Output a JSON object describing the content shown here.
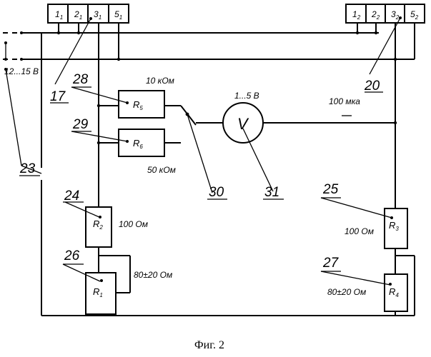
{
  "connector_left": {
    "terminals": [
      "1",
      "2",
      "3",
      "5"
    ],
    "subscript": "1"
  },
  "connector_right": {
    "terminals": [
      "1",
      "2",
      "3",
      "5"
    ],
    "subscript": "2"
  },
  "supply_voltage": "12...15 В",
  "resistors": [
    {
      "id": "R5",
      "letter": "R",
      "index": "5",
      "value": "10 кОм"
    },
    {
      "id": "R6",
      "letter": "R",
      "index": "6",
      "value": "50 кОм"
    },
    {
      "id": "R2",
      "letter": "R",
      "index": "2",
      "value": "100 Ом"
    },
    {
      "id": "R1",
      "letter": "R",
      "index": "1",
      "value": "80±20 Ом"
    },
    {
      "id": "R3",
      "letter": "R",
      "index": "3",
      "value": "100 Ом"
    },
    {
      "id": "R4",
      "letter": "R",
      "index": "4",
      "value": "80±20 Ом"
    }
  ],
  "voltmeter": {
    "symbol": "V",
    "range": "1...5 В"
  },
  "current": "100 мка",
  "callouts": [
    "17",
    "20",
    "23",
    "24",
    "25",
    "26",
    "27",
    "28",
    "29",
    "30",
    "31"
  ],
  "caption": "Фиг. 2"
}
